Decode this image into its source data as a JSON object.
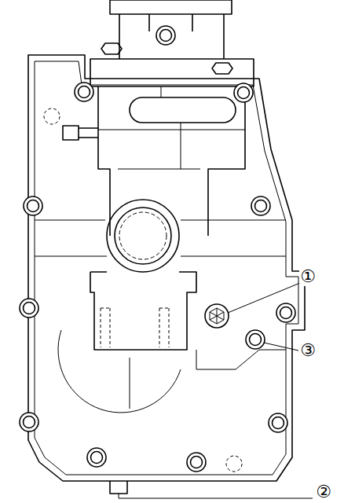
{
  "diagram": {
    "labels": [
      "①",
      "③",
      "②"
    ]
  }
}
